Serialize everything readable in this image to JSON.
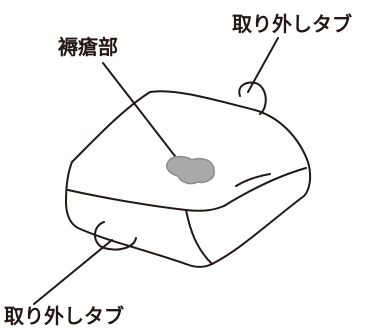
{
  "labels": {
    "wound_area": "褥瘡部",
    "removal_tab_top": "取り外しタブ",
    "removal_tab_bottom": "取り外しタブ"
  },
  "colors": {
    "outline": "#231815",
    "wound_fill": "#a9a9a9",
    "background": "#ffffff"
  }
}
